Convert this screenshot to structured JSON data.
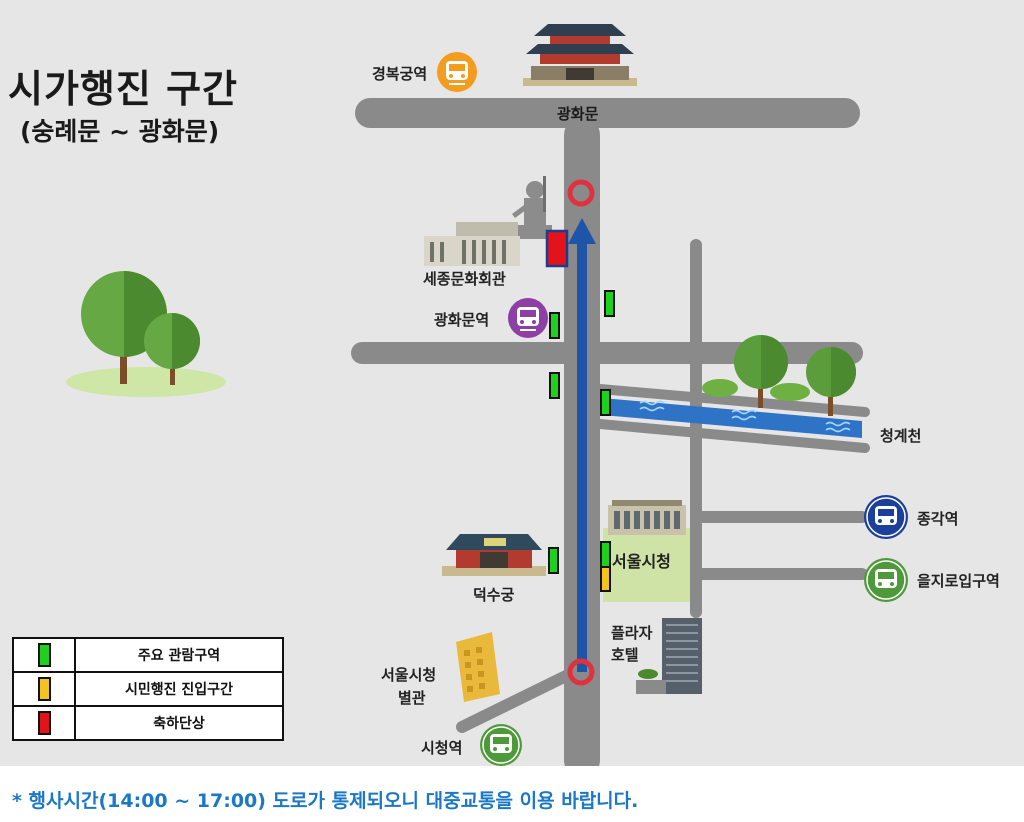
{
  "title": "시가행진 구간",
  "subtitle": "(숭례문 ~ 광화문)",
  "colors": {
    "background": "#e6e6e6",
    "road": "#8a8a8a",
    "route": "#1f55a8",
    "green_marker": "#1fd11f",
    "yellow_marker": "#f3c322",
    "red_marker": "#e4121b",
    "stream": "#2f73c6",
    "notice_text": "#1b78c6"
  },
  "labels": {
    "gyeongbokgung_station": "경복궁역",
    "gwanghwamun": "광화문",
    "sejong_center": "세종문화회관",
    "gwanghwamun_station": "광화문역",
    "cheonggyecheon": "청계천",
    "jonggak_station": "종각역",
    "euljiro_station": "을지로입구역",
    "deoksugung": "덕수궁",
    "city_hall": "서울시청",
    "plaza_hotel_line1": "플라자",
    "plaza_hotel_line2": "호텔",
    "annex_line1": "서울시청",
    "annex_line2": "별관",
    "city_hall_station": "시청역"
  },
  "stations": [
    {
      "name": "경복궁역",
      "color": "#f39c1f",
      "icon": "train-icon"
    },
    {
      "name": "광화문역",
      "color": "#8e3fa3",
      "icon": "train-icon"
    },
    {
      "name": "종각역",
      "color": "#1b3f9a",
      "icon": "train-icon"
    },
    {
      "name": "을지로입구역",
      "color": "#4e9a3a",
      "icon": "train-icon"
    },
    {
      "name": "시청역",
      "color": "#4e9a3a",
      "icon": "train-icon"
    }
  ],
  "legend": [
    {
      "label": "주요 관람구역",
      "color": "#1fd11f"
    },
    {
      "label": "시민행진 진입구간",
      "color": "#f3c322"
    },
    {
      "label": "축하단상",
      "color": "#e4121b"
    }
  ],
  "notice": "* 행사시간(14:00 ~ 17:00) 도로가 통제되오니 대중교통을 이용 바랍니다."
}
